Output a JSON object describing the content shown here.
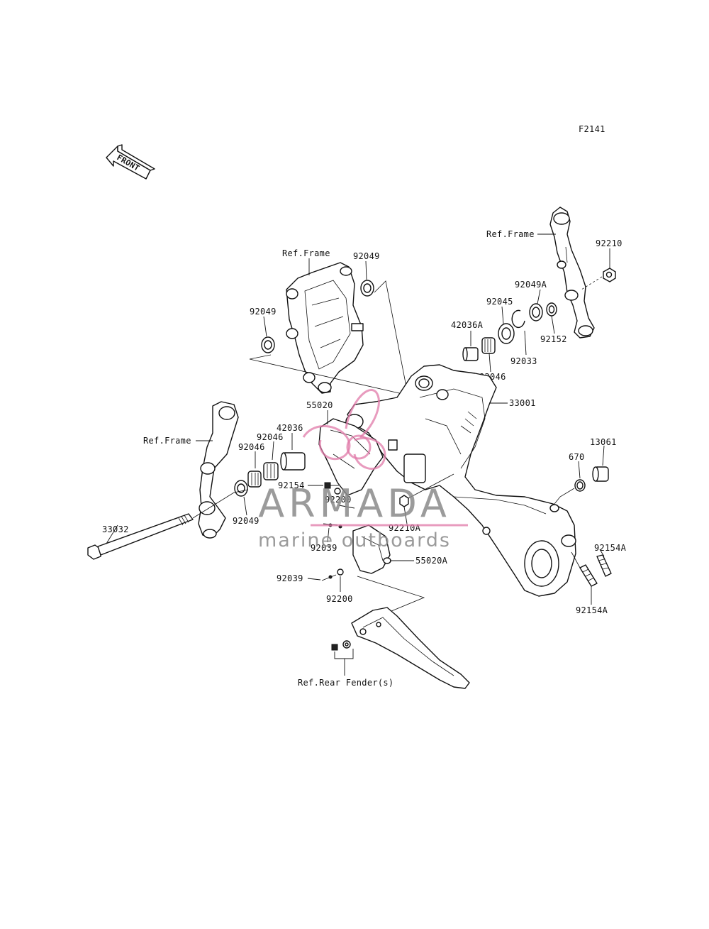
{
  "figure_code": "F2141",
  "front_marker": "FRONT",
  "callouts": {
    "ref_frame_top_right": "Ref.Frame",
    "ref_frame_center": "Ref.Frame",
    "ref_frame_left": "Ref.Frame",
    "ref_rear_fender": "Ref.Rear Fender(s)",
    "p92210": "92210",
    "p92049A": "92049A",
    "p92045": "92045",
    "p42036A": "42036A",
    "p92033": "92033",
    "p92152": "92152",
    "p92046_right": "92046",
    "p92049_top": "92049",
    "p92049_left_upper": "92049",
    "p33001": "33001",
    "p55020": "55020",
    "p42036": "42036",
    "p92046_mid": "92046",
    "p92046_left": "92046",
    "p92154": "92154",
    "p92200_upper": "92200",
    "p92049_lower": "92049",
    "p92039_upper": "92039",
    "p92210A": "92210A",
    "p55020A": "55020A",
    "p92039_lower": "92039",
    "p92200_lower": "92200",
    "p33032": "33032",
    "p670": "670",
    "p13061": "13061",
    "p92154A_upper": "92154A",
    "p92154A_lower": "92154A"
  },
  "watermark": {
    "brand": "ARMADA",
    "tagline": "marine outboards"
  }
}
